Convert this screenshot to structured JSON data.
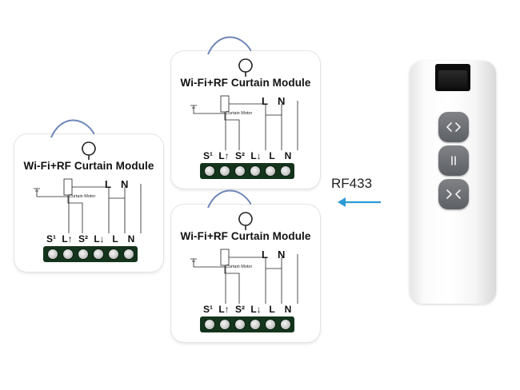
{
  "modules": [
    {
      "title": "Wi-Fi+RF Curtain Module",
      "motor_label": "Curtain Motor",
      "top_labels": [
        "L",
        "N"
      ],
      "terminals": [
        "S¹",
        "L↑",
        "S²",
        "L↓",
        "L",
        "N"
      ]
    },
    {
      "title": "Wi-Fi+RF Curtain Module",
      "motor_label": "Curtain Motor",
      "top_labels": [
        "L",
        "N"
      ],
      "terminals": [
        "S¹",
        "L↑",
        "S²",
        "L↓",
        "L",
        "N"
      ]
    },
    {
      "title": "Wi-Fi+RF Curtain Module",
      "motor_label": "Curtain Motor",
      "top_labels": [
        "L",
        "N"
      ],
      "terminals": [
        "S¹",
        "L↑",
        "S²",
        "L↓",
        "L",
        "N"
      ]
    }
  ],
  "rf": {
    "label": "RF433",
    "arrow_color": "#2d9bd8"
  },
  "remote": {
    "buttons": [
      {
        "icon": "open-curtain-icon"
      },
      {
        "icon": "pause-icon"
      },
      {
        "icon": "close-curtain-icon"
      }
    ]
  }
}
